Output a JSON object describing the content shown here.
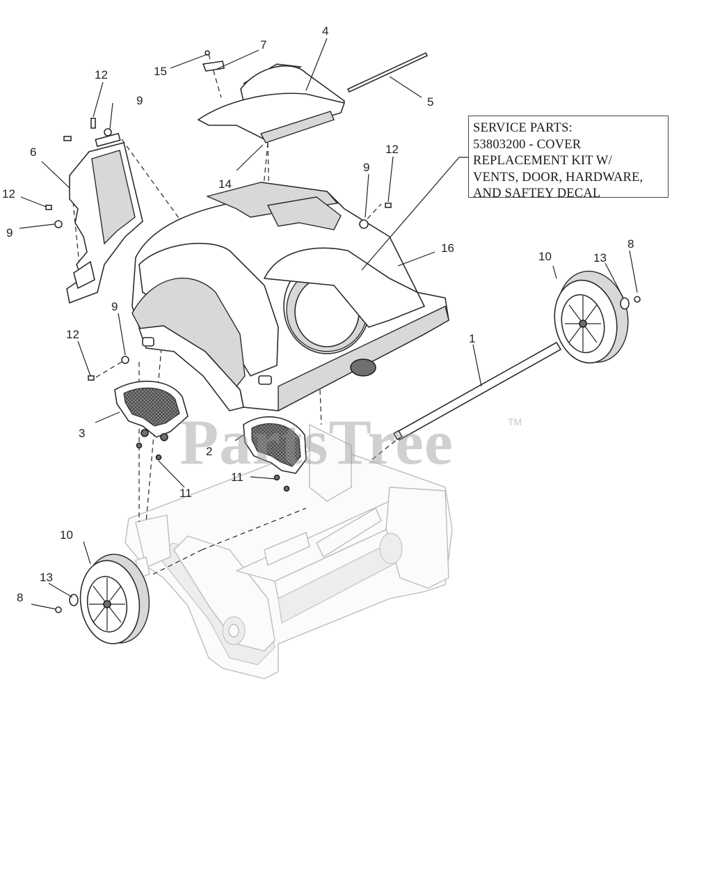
{
  "service_box": {
    "lines": [
      "SERVICE PARTS:",
      "53803200 - COVER",
      "REPLACEMENT KIT W/",
      "VENTS, DOOR, HARDWARE,",
      "AND SAFTEY DECAL"
    ]
  },
  "watermark": {
    "text": "PartsTree",
    "tm": "TM"
  },
  "callouts": {
    "c1": "1",
    "c2": "2",
    "c3": "3",
    "c4": "4",
    "c5": "5",
    "c6": "6",
    "c7": "7",
    "c8a": "8",
    "c8b": "8",
    "c9a": "9",
    "c9b": "9",
    "c9c": "9",
    "c9d": "9",
    "c10a": "10",
    "c10b": "10",
    "c11a": "11",
    "c11b": "11",
    "c12a": "12",
    "c12b": "12",
    "c12c": "12",
    "c12d": "12",
    "c13a": "13",
    "c13b": "13",
    "c14": "14",
    "c15": "15",
    "c16": "16"
  }
}
